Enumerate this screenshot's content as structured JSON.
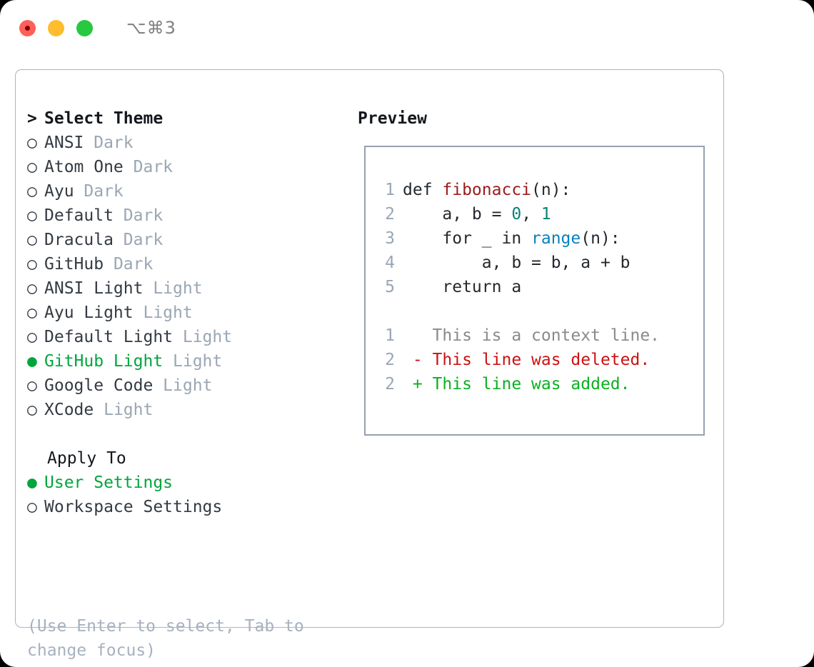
{
  "titlebar": {
    "shortcut": "⌥⌘3",
    "lights": [
      {
        "name": "close",
        "color": "#ff5f57"
      },
      {
        "name": "minimize",
        "color": "#febc2e"
      },
      {
        "name": "zoom",
        "color": "#28c840"
      }
    ]
  },
  "theme_picker": {
    "heading_marker": ">",
    "heading": "Select Theme",
    "marker_selected": "●",
    "marker_unselected": "○",
    "accent_color": "#00a63c",
    "options": [
      {
        "name": "ANSI",
        "variant": "Dark",
        "selected": false
      },
      {
        "name": "Atom One",
        "variant": "Dark",
        "selected": false
      },
      {
        "name": "Ayu",
        "variant": "Dark",
        "selected": false
      },
      {
        "name": "Default",
        "variant": "Dark",
        "selected": false
      },
      {
        "name": "Dracula",
        "variant": "Dark",
        "selected": false
      },
      {
        "name": "GitHub",
        "variant": "Dark",
        "selected": false
      },
      {
        "name": "ANSI Light",
        "variant": "Light",
        "selected": false
      },
      {
        "name": "Ayu Light",
        "variant": "Light",
        "selected": false
      },
      {
        "name": "Default Light",
        "variant": "Light",
        "selected": false
      },
      {
        "name": "GitHub Light",
        "variant": "Light",
        "selected": true
      },
      {
        "name": "Google Code",
        "variant": "Light",
        "selected": false
      },
      {
        "name": "XCode",
        "variant": "Light",
        "selected": false
      }
    ]
  },
  "apply_to": {
    "title": "Apply To",
    "options": [
      {
        "name": "User Settings",
        "selected": true
      },
      {
        "name": "Workspace Settings",
        "selected": false
      }
    ]
  },
  "hint": "(Use Enter to select, Tab to change focus)",
  "preview": {
    "title": "Preview",
    "code_lines": [
      {
        "num": "1",
        "segments": [
          {
            "text": "def ",
            "kind": "plain"
          },
          {
            "text": "fibonacci",
            "kind": "fn"
          },
          {
            "text": "(n):",
            "kind": "plain"
          }
        ]
      },
      {
        "num": "2",
        "segments": [
          {
            "text": "    a, b = ",
            "kind": "plain"
          },
          {
            "text": "0",
            "kind": "num"
          },
          {
            "text": ", ",
            "kind": "plain"
          },
          {
            "text": "1",
            "kind": "num"
          }
        ]
      },
      {
        "num": "3",
        "segments": [
          {
            "text": "    for _ in ",
            "kind": "plain"
          },
          {
            "text": "range",
            "kind": "call"
          },
          {
            "text": "(n):",
            "kind": "plain"
          }
        ]
      },
      {
        "num": "4",
        "segments": [
          {
            "text": "        a, b = b, a + b",
            "kind": "plain"
          }
        ]
      },
      {
        "num": "5",
        "segments": [
          {
            "text": "    return a",
            "kind": "plain"
          }
        ]
      }
    ],
    "diff_lines": [
      {
        "num": "1",
        "prefix": "  ",
        "text": "This is a context line.",
        "kind": "context"
      },
      {
        "num": "2",
        "prefix": "- ",
        "text": "This line was deleted.",
        "kind": "deleted"
      },
      {
        "num": "2",
        "prefix": "+ ",
        "text": "This line was added.",
        "kind": "added"
      }
    ]
  }
}
